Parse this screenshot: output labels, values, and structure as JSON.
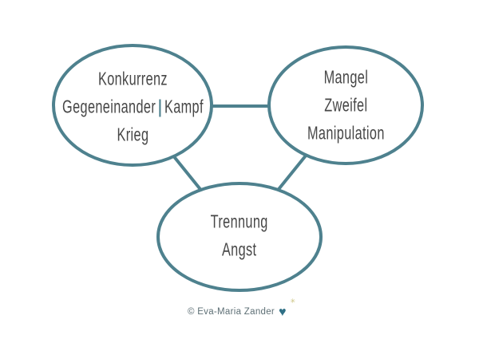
{
  "diagram": {
    "node_top_left": {
      "line1": "Konkurrenz",
      "line2_part1": "Gegeneinander",
      "line2_separator": "|",
      "line2_part2": "Kampf",
      "line3": "Krieg"
    },
    "node_top_right": {
      "line1": "Mangel",
      "line2": "Zweifel",
      "line3": "Manipulation"
    },
    "node_bottom": {
      "line1": "Trennung",
      "line2": "Angst"
    },
    "connections": [
      "node_top_left - node_top_right",
      "node_top_left - node_bottom",
      "node_top_right - node_bottom"
    ]
  },
  "footer": {
    "copyright": "© Eva-Maria Zander",
    "heart_icon": "♥",
    "sparkle_icon": "✳"
  },
  "colors": {
    "accent_teal": "#4e818e",
    "text_gray": "#474747",
    "heart_teal": "#2f7086",
    "sparkle_gold": "#c9c07a",
    "copyright_gray": "#5d6f75",
    "background": "#ffffff"
  }
}
